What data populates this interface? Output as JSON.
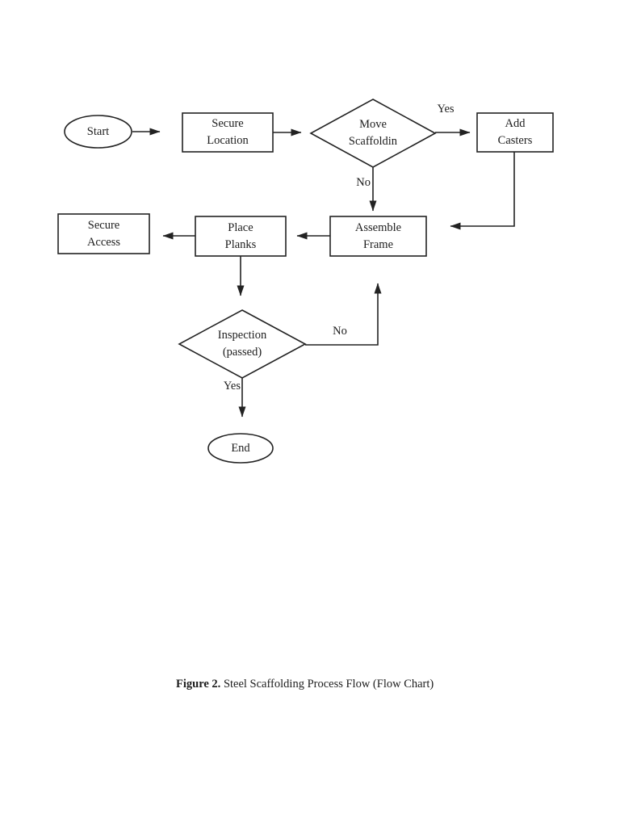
{
  "flowchart": {
    "nodes": {
      "start": {
        "label": "Start",
        "shape": "ellipse"
      },
      "secure_location": {
        "label": "Secure\nLocation",
        "shape": "rect"
      },
      "move_scaffolding": {
        "label": "Move\nScaffoldin",
        "shape": "diamond"
      },
      "add_casters": {
        "label": "Add\nCasters",
        "shape": "rect"
      },
      "assemble_frame": {
        "label": "Assemble\nFrame",
        "shape": "rect"
      },
      "place_planks": {
        "label": "Place\nPlanks",
        "shape": "rect"
      },
      "secure_access": {
        "label": "Secure\nAccess",
        "shape": "rect"
      },
      "inspection": {
        "label": "Inspection\n(passed)",
        "shape": "diamond"
      },
      "end": {
        "label": "End",
        "shape": "ellipse"
      }
    },
    "edge_labels": {
      "yes_top": "Yes",
      "no_top": "No",
      "no_loop": "No",
      "yes_bottom": "Yes"
    },
    "line_color": "#222222"
  },
  "caption": {
    "bold": "Figure 2.",
    "rest": " Steel Scaffolding Process Flow (Flow Chart)"
  }
}
